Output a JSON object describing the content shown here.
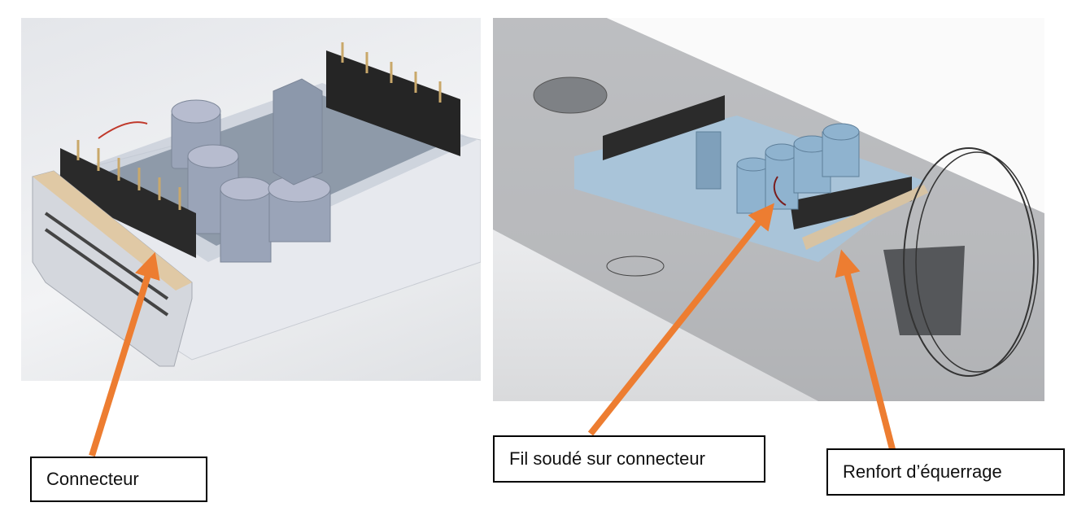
{
  "labels": {
    "connector": "Connecteur",
    "soldered_wire": "Fil soudé sur connecteur",
    "squaring_reinforcement": "Renfort d’équerrage"
  },
  "colors": {
    "arrow": "#ED7D31"
  }
}
